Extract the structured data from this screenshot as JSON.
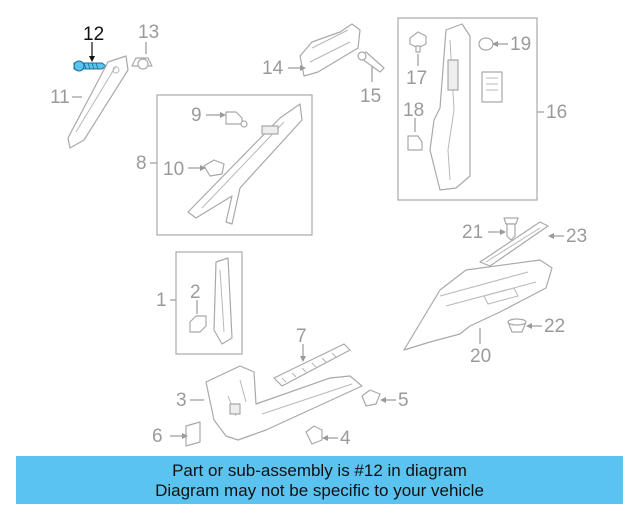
{
  "diagram": {
    "callouts": {
      "c1": "1",
      "c2": "2",
      "c3": "3",
      "c4": "4",
      "c5": "5",
      "c6": "6",
      "c7": "7",
      "c8": "8",
      "c9": "9",
      "c10": "10",
      "c11": "11",
      "c12": "12",
      "c13": "13",
      "c14": "14",
      "c15": "15",
      "c16": "16",
      "c17": "17",
      "c18": "18",
      "c19": "19",
      "c20": "20",
      "c21": "21",
      "c22": "22",
      "c23": "23"
    },
    "highlighted_part": "12",
    "highlight_color": "#5bc3f0",
    "line_color": "#a9a9a9"
  },
  "caption": {
    "line1": "Part or sub-assembly is #12 in diagram",
    "line2": "Diagram may not be specific to your vehicle",
    "background_color": "#5bc3f0"
  }
}
